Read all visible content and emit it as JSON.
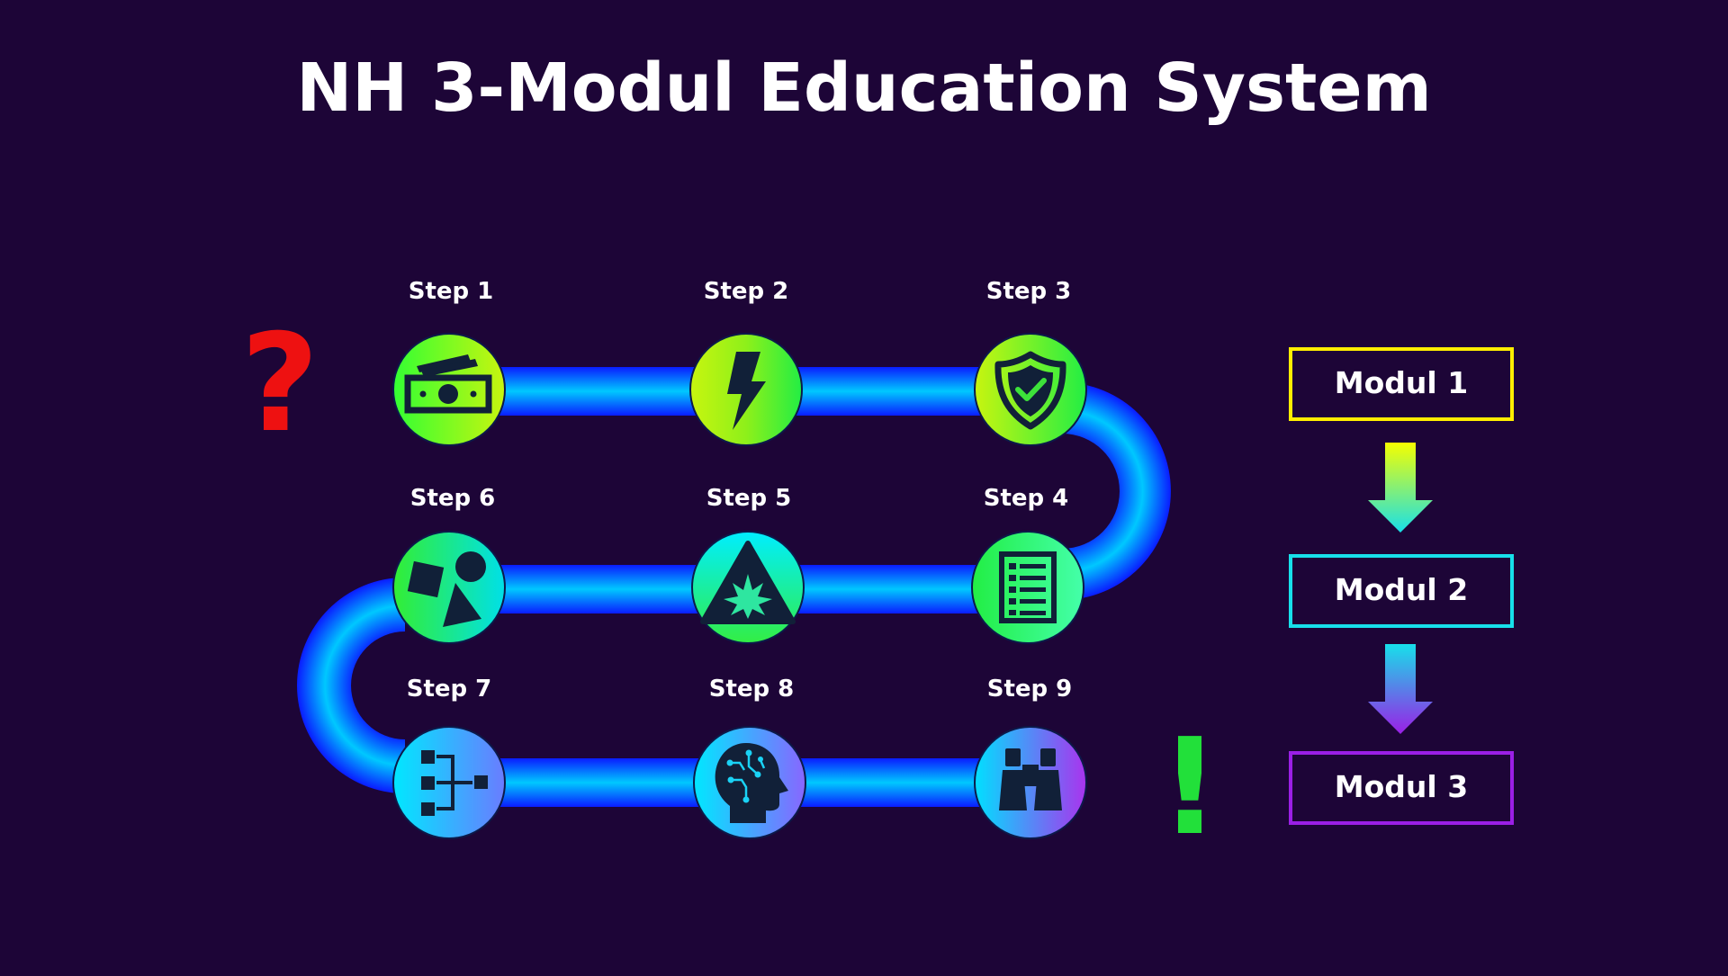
{
  "title": "NH 3-Modul Education System",
  "symbols": {
    "start": "?",
    "end": "!"
  },
  "steps": [
    {
      "label": "Step 1",
      "icon": "money-icon"
    },
    {
      "label": "Step 2",
      "icon": "lightning-icon"
    },
    {
      "label": "Step 3",
      "icon": "shield-check-icon"
    },
    {
      "label": "Step 4",
      "icon": "checklist-icon"
    },
    {
      "label": "Step 5",
      "icon": "warning-triangle-icon"
    },
    {
      "label": "Step 6",
      "icon": "shapes-icon"
    },
    {
      "label": "Step 7",
      "icon": "hierarchy-icon"
    },
    {
      "label": "Step 8",
      "icon": "ai-head-icon"
    },
    {
      "label": "Step 9",
      "icon": "binoculars-icon"
    }
  ],
  "modules": [
    {
      "label": "Modul 1",
      "color": "#ffee00"
    },
    {
      "label": "Modul 2",
      "color": "#17e0ea"
    },
    {
      "label": "Modul 3",
      "color": "#9b1fe6"
    }
  ],
  "colors": {
    "background": "#1d0537",
    "path_core": "#00aaff",
    "path_edge": "#0a1cff",
    "question_mark": "#ee1111",
    "exclamation_mark": "#22e03a",
    "icon_dark": "#112038"
  }
}
